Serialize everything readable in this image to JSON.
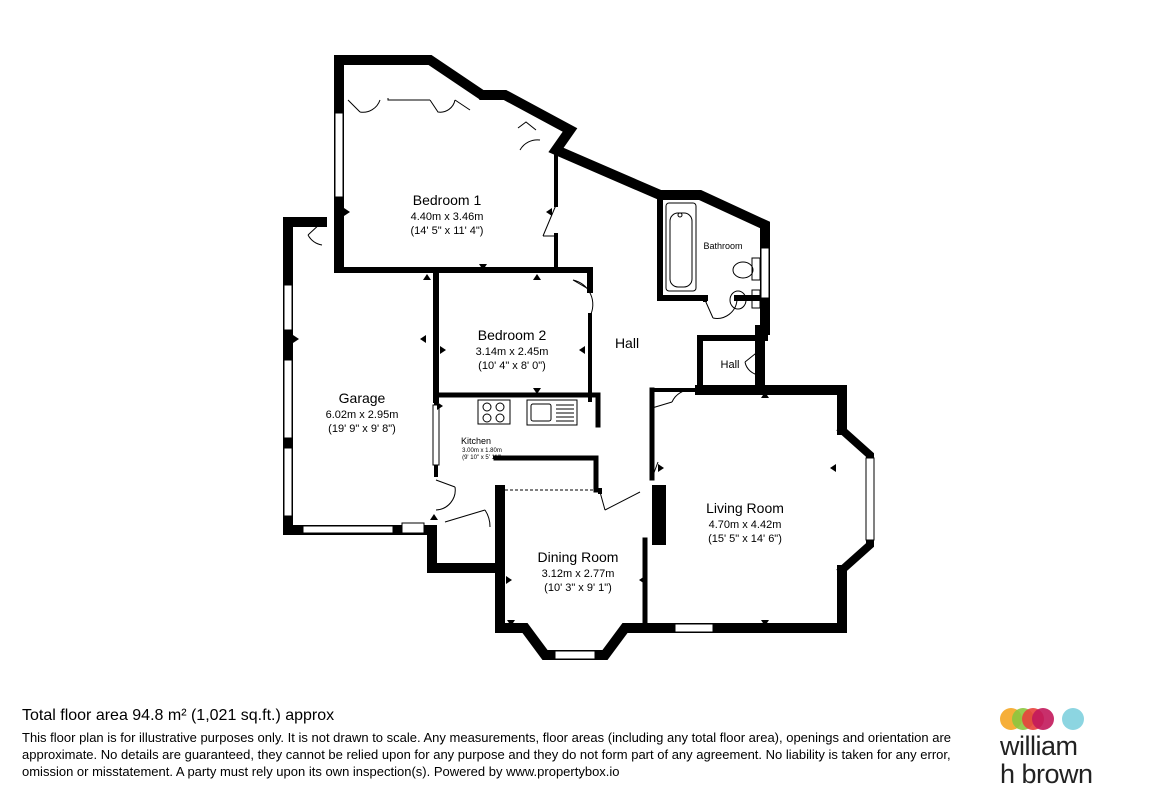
{
  "rooms": {
    "bedroom1": {
      "name": "Bedroom 1",
      "metric": "4.40m x 3.46m",
      "imperial": "(14' 5\" x 11' 4\")"
    },
    "bedroom2": {
      "name": "Bedroom 2",
      "metric": "3.14m x 2.45m",
      "imperial": "(10' 4\" x 8' 0\")"
    },
    "hall": {
      "name": "Hall"
    },
    "hall_small": {
      "name": "Hall"
    },
    "bathroom": {
      "name": "Bathroom"
    },
    "garage": {
      "name": "Garage",
      "metric": "6.02m x 2.95m",
      "imperial": "(19' 9\" x 9' 8\")"
    },
    "kitchen": {
      "name": "Kitchen",
      "metric": "3.00m x 1.80m",
      "imperial": "(9' 10\" x 5' 11\")"
    },
    "dining": {
      "name": "Dining Room",
      "metric": "3.12m x 2.77m",
      "imperial": "(10' 3\" x 9' 1\")"
    },
    "living": {
      "name": "Living Room",
      "metric": "4.70m x 4.42m",
      "imperial": "(15' 5\" x 14' 6\")"
    }
  },
  "footer": {
    "total_area": "Total floor area 94.8 m² (1,021 sq.ft.) approx",
    "disclaimer": "This floor plan is for illustrative purposes only. It is not drawn to scale. Any measurements, floor areas (including any total floor area), openings and orientation are approximate. No details are guaranteed, they cannot be relied upon for any purpose and they do not form part of any agreement. No liability is taken for any error, omission or misstatement. A party must rely upon its own inspection(s). Powered by www.propertybox.io"
  },
  "logo": {
    "brand_line1": "william",
    "brand_line2": "h brown",
    "dot_colors": [
      "#f5a623",
      "#8cc63f",
      "#e8413c",
      "#c2185b",
      "#7fd0de"
    ]
  },
  "colors": {
    "wall": "#000000",
    "background": "#ffffff"
  }
}
